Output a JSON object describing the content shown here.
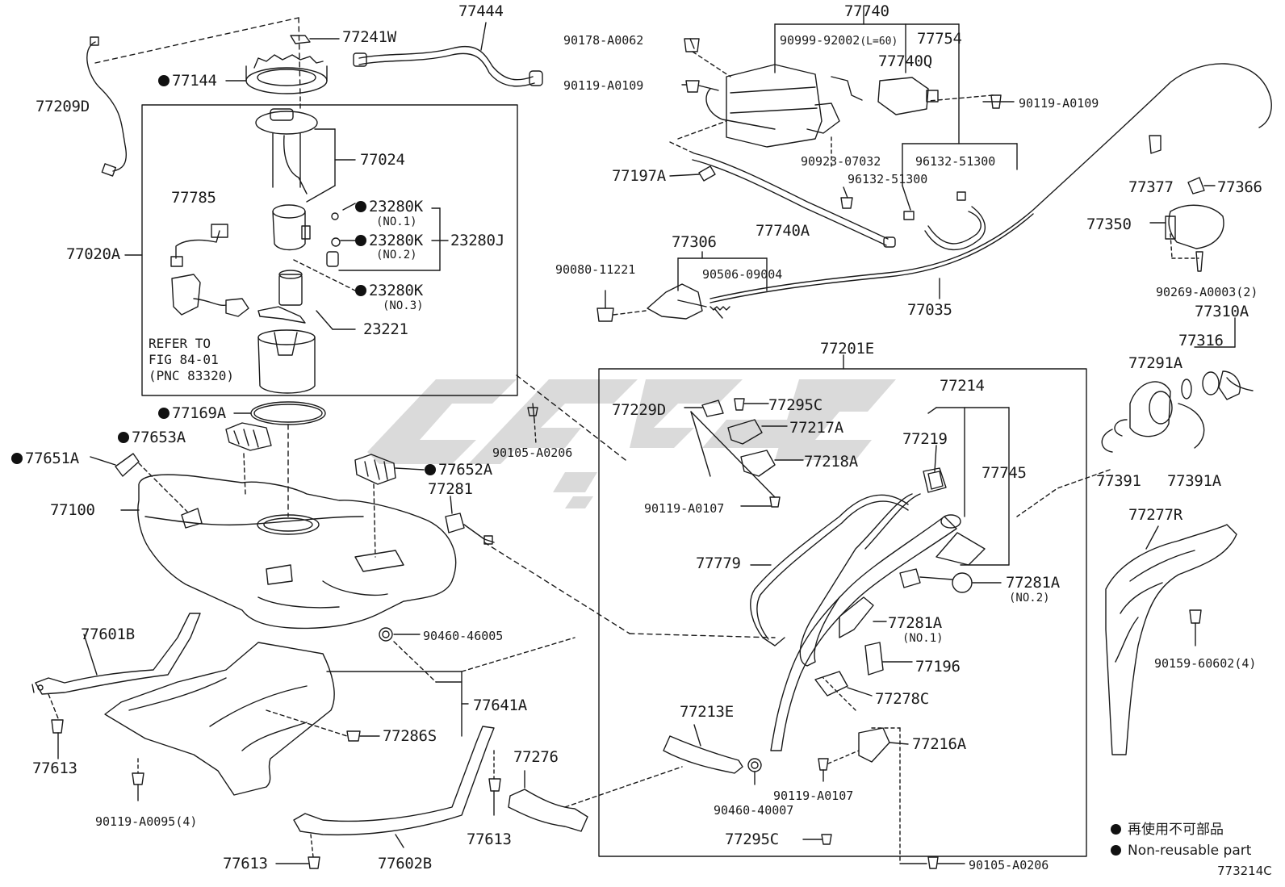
{
  "colors": {
    "ink": "#1a1a1a",
    "watermark": "#d4d4d4"
  },
  "watermark": "watermark-logo",
  "labels": {
    "p77444": "77444",
    "p77241w": "77241W",
    "p77144": "77144",
    "p77209d": "77209D",
    "p77024": "77024",
    "p77785": "77785",
    "p77020a": "77020A",
    "p23280k1": "23280K",
    "p23280k1_sub": "(NO.1)",
    "p23280k2": "23280K",
    "p23280k2_sub": "(NO.2)",
    "p23280j": "23280J",
    "p23280k3": "23280K",
    "p23280k3_sub": "(NO.3)",
    "p23221": "23221",
    "refer_note": "REFER TO\nFIG 84-01\n(PNC 83320)",
    "p77169a": "77169A",
    "p77653a": "77653A",
    "p77651a": "77651A",
    "p77100": "77100",
    "p77652a": "77652A",
    "p77281": "77281",
    "p90105a0206a": "90105-A0206",
    "p90460_46005": "90460-46005",
    "p77601b": "77601B",
    "p77641a": "77641A",
    "p77286s": "77286S",
    "p77613a": "77613",
    "p90119a0095": "90119-A0095(4)",
    "p77276": "77276",
    "p77613b": "77613",
    "p77613c": "77613",
    "p77602b": "77602B",
    "p77740": "77740",
    "p90178": "90178-A0062",
    "p90999": "90999-92002",
    "p90999_sub": "(L=60)",
    "p77754": "77754",
    "p77740q": "77740Q",
    "p90119a0109a": "90119-A0109",
    "p90119a0109b": "90119-A0109",
    "p90923": "90923-07032",
    "p96132a": "96132-51300",
    "p96132b": "96132-51300",
    "p77197a": "77197A",
    "p77740a": "77740A",
    "p77306": "77306",
    "p90080": "90080-11221",
    "p90506": "90506-09004",
    "p77035": "77035",
    "p77377": "77377",
    "p77366": "77366",
    "p77350": "77350",
    "p90269": "90269-A0003(2)",
    "p77310a": "77310A",
    "p77316": "77316",
    "p77291a": "77291A",
    "p77391": "77391",
    "p77391a": "77391A",
    "p77201e": "77201E",
    "p77214": "77214",
    "p77229d": "77229D",
    "p77295c_a": "77295C",
    "p77217a": "77217A",
    "p77218a": "77218A",
    "p77219": "77219",
    "p77745": "77745",
    "p90119a0107a": "90119-A0107",
    "p77779": "77779",
    "p77281a_2": "77281A",
    "p77281a_2_sub": "(NO.2)",
    "p77281a_1": "77281A",
    "p77281a_1_sub": "(NO.1)",
    "p77196": "77196",
    "p77278c": "77278C",
    "p77213e": "77213E",
    "p77216a": "77216A",
    "p90119a0107b": "90119-A0107",
    "p90460_40007": "90460-40007",
    "p77295c_b": "77295C",
    "p90105a0206b": "90105-A0206",
    "p77277r": "77277R",
    "p90159": "90159-60602(4)"
  },
  "legend": {
    "ja": "再使用不可部品",
    "en": "Non-reusable part"
  },
  "figure_code": "773214C"
}
